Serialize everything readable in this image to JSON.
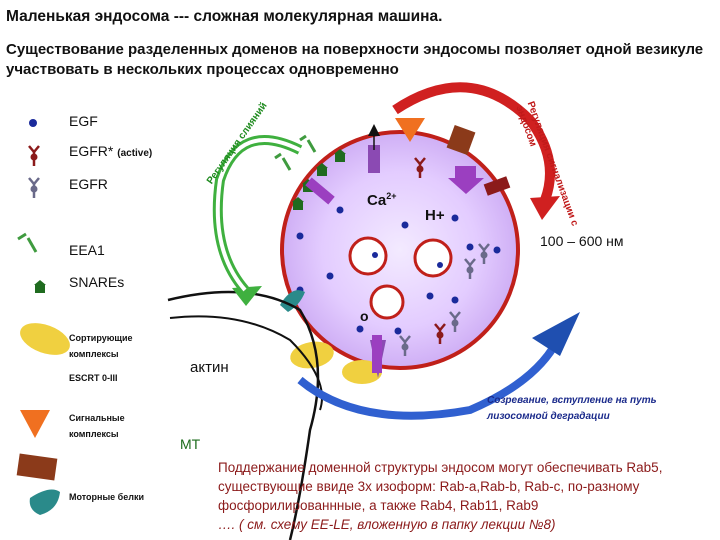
{
  "title": "Маленькая эндосома --- сложная молекулярная машина.",
  "subtitle": "Существование разделенных доменов на поверхности эндосомы позволяет одной везикуле участвовать в нескольких процессах одновременно",
  "legend": {
    "egf": "EGF",
    "egfr_active_main": "EGFR*",
    "egfr_active_sub": "(active)",
    "egfr": "EGFR",
    "eea1": "EEA1",
    "snares": "SNAREs",
    "sorting_line1": "Сортирующие",
    "sorting_line2": "комплексы",
    "sorting_line3": "ESCRT   0-III",
    "signal_line1": "Сигнальные",
    "signal_line2": "комплексы",
    "motor": "Моторные белки"
  },
  "diagram": {
    "fusion_regulation": "Регуляция слияний",
    "signal_regulation": "Регуляция сигнализации с эндосом",
    "ca": "Ca",
    "ca_sup": "2+",
    "h_plus": "H+",
    "o_label": "o",
    "size": "100 – 600 нм",
    "actin": "актин",
    "mt": "МТ",
    "maturation": "Созревание, вступление на путь лизосомной деградации"
  },
  "footer_note": {
    "line1": "Поддержание доменной структуры эндосом могут обеспечивать Rab5, существующие ввиде 3х изоформ: Rab-a,Rab-b, Rab-c, по-разному фосфорилированнные, а также Rab4, Rab11, Rab9",
    "line2": "….    ( см. схему EE-LE, вложенную в папку лекции №8)"
  },
  "colors": {
    "egf": "#1a2a9b",
    "receptor_active": "#8b1a1a",
    "receptor": "#6a6a8a",
    "eea1": "#3f9b3f",
    "snare": "#1f6b1f",
    "sorting": "#f0d040",
    "signal": "#f07020",
    "motor": "#8b3a1a",
    "membrane": "#c0201a",
    "fusion_arrow": "#3fb03f",
    "signal_arrow": "#d02020",
    "maturation_arrow": "#3060d0"
  }
}
